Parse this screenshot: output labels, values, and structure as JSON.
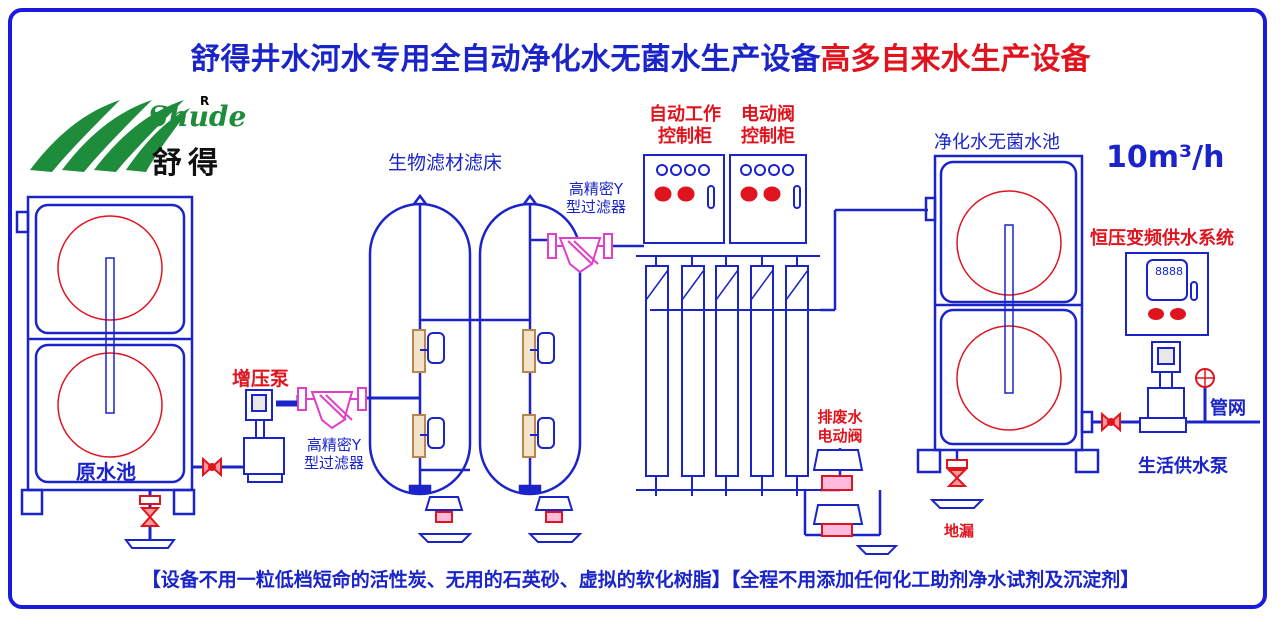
{
  "title": {
    "part1": "舒得井水河水专用全自动净化水无菌水生产设备",
    "part2": "高多自来水生产设备"
  },
  "logo": {
    "registered": "R",
    "brand_en": "Shude",
    "brand_cn": "舒得"
  },
  "labels": {
    "raw_tank": "原水池",
    "booster_pump": "增压泵",
    "y_filter_1_line1": "高精密Y",
    "y_filter_1_line2": "型过滤器",
    "bio_filter": "生物滤材滤床",
    "y_filter_2_line1": "高精密Y",
    "y_filter_2_line2": "型过滤器",
    "control_cab_1_line1": "自动工作",
    "control_cab_1_line2": "控制柜",
    "control_cab_2_line1": "电动阀",
    "control_cab_2_line2": "控制柜",
    "clean_tank": "净化水无菌水池",
    "flow_rate": "10m³/h",
    "constant_pressure": "恒压变频供水系统",
    "display_value": "8888",
    "drain_valve_line1": "排废水",
    "drain_valve_line2": "电动阀",
    "floor_drain": "地漏",
    "pipe_network": "管网",
    "domestic_pump": "生活供水泵"
  },
  "footer": "【设备不用一粒低档短命的活性炭、无用的石英砂、虚拟的软化树脂】【全程不用添加任何化工助剂净水试剂及沉淀剂】",
  "colors": {
    "blue": "#1a24c8",
    "red": "#e0141e",
    "green": "#1e8c3a",
    "pink": "#e040c8",
    "brown": "#b8864e"
  }
}
